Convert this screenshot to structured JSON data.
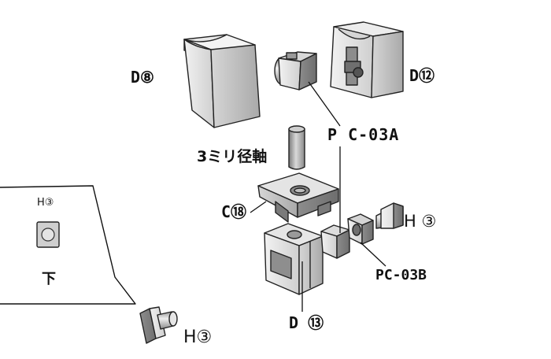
{
  "labels": {
    "d8": "D⑧",
    "d12": "D⑫",
    "pc03a": "P C-03A",
    "shaft": "3ミリ径軸",
    "c18": "C⑱",
    "h3_top": "H ③",
    "pc03b": "PC-03B",
    "d13": "D ⑬",
    "h3_bottom": "H③"
  },
  "callout": {
    "part_label": "H③",
    "side_label": "下"
  }
}
